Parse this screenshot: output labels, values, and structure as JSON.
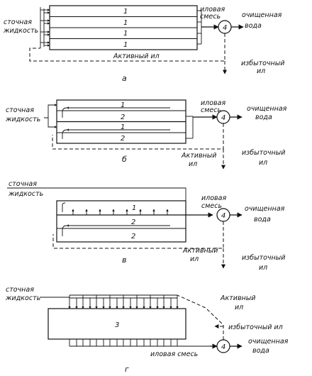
{
  "a": {
    "inlet": [
      "сточная",
      "жидкость"
    ],
    "mixture": [
      "иловая",
      "смесь"
    ],
    "clarifier": "4",
    "clean": [
      "очищенная",
      "вода"
    ],
    "sludge": "Активный ил",
    "excess": [
      "избыточный",
      "ил"
    ],
    "corridors": [
      "1",
      "1",
      "1",
      "1"
    ],
    "caption": "а"
  },
  "b": {
    "inlet": [
      "сточная",
      "жидкость"
    ],
    "mixture": [
      "иловая",
      "смесь"
    ],
    "clarifier": "4",
    "clean": [
      "очищенная",
      "вода"
    ],
    "sludge": [
      "Активный",
      "ил"
    ],
    "excess": [
      "избыточный",
      "ил"
    ],
    "corridors": [
      "1",
      "2",
      "1",
      "2"
    ],
    "caption": "б"
  },
  "c": {
    "inlet": [
      "сточная",
      "жидкость"
    ],
    "mixture": [
      "иловая",
      "смесь"
    ],
    "clarifier": "4",
    "clean": [
      "очищенная",
      "вода"
    ],
    "sludge": [
      "Активный",
      "ил"
    ],
    "excess": [
      "избыточный",
      "ил"
    ],
    "corridors": [
      "1",
      "2",
      "2"
    ],
    "caption": "в"
  },
  "d": {
    "inlet": [
      "сточная",
      "жидкость"
    ],
    "tank": "3",
    "sludge": [
      "Активный",
      "ил"
    ],
    "excess": "избыточный ил",
    "mixture": "иловая смесь",
    "clarifier": "4",
    "clean": [
      "очищенная",
      "вода"
    ],
    "caption": "г"
  }
}
